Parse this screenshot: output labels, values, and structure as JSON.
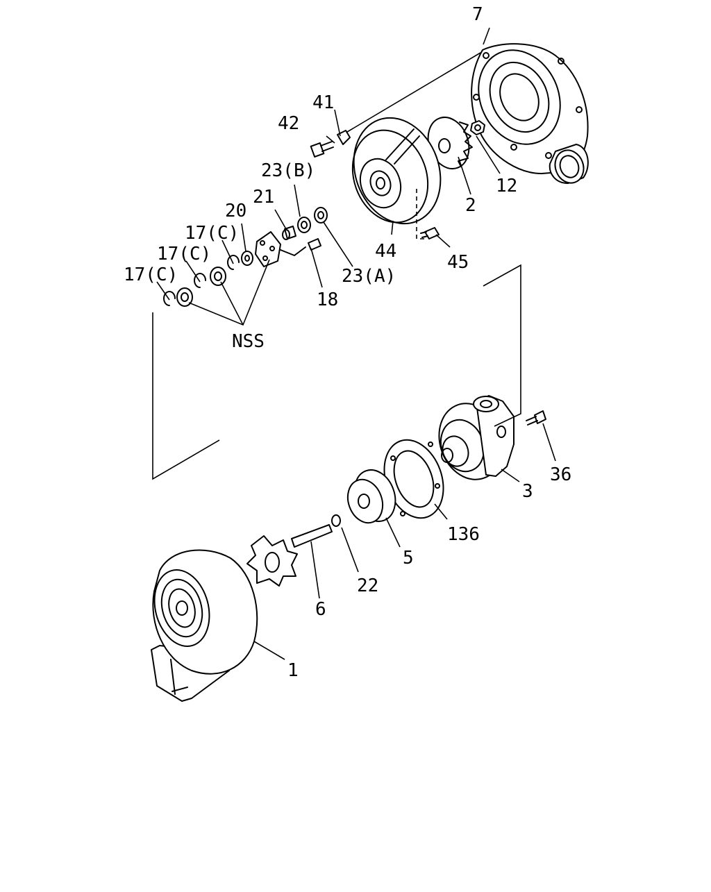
{
  "callouts": {
    "c7": "7",
    "c41": "41",
    "c42": "42",
    "c23b": "23(B)",
    "c21": "21",
    "c20": "20",
    "c17c_1": "17(C)",
    "c17c_2": "17(C)",
    "c17c_3": "17(C)",
    "c12": "12",
    "c2": "2",
    "c44": "44",
    "c45": "45",
    "c23a": "23(A)",
    "c18": "18",
    "cnss": "NSS",
    "c36": "36",
    "c3": "3",
    "c136": "136",
    "c5": "5",
    "c22": "22",
    "c6": "6",
    "c1": "1"
  }
}
